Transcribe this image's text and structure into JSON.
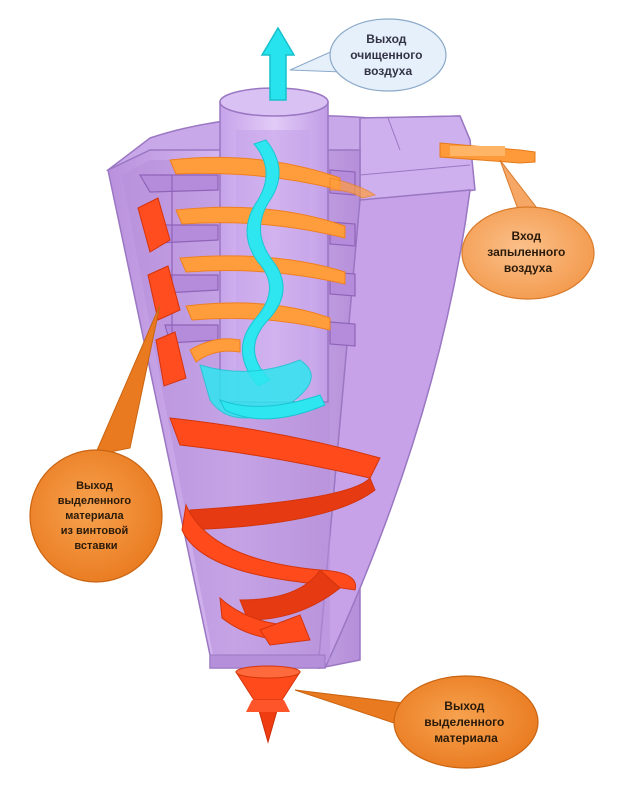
{
  "callouts": {
    "clean_air_outlet": {
      "line1": "Выход",
      "line2": "очищенного",
      "line3": "воздуха"
    },
    "dusty_air_inlet": {
      "line1": "Вход",
      "line2": "запыленного",
      "line3": "воздуха"
    },
    "helical_insert_outlet": {
      "line1": "Выход",
      "line2": "выделенного",
      "line3": "материала",
      "line4": "из винтовой",
      "line5": "вставки"
    },
    "material_outlet": {
      "line1": "Выход",
      "line2": "выделенного",
      "line3": "материала"
    }
  },
  "colors": {
    "body": "#c8a6e6",
    "body_dark": "#a983cf",
    "clean_air": "#27e3ee",
    "dusty_flow": "#ff9f3f",
    "material_spiral": "#ff4a1c",
    "callout_blue": "#e6f0fb",
    "callout_orange": "#f48a2a",
    "callout_orange_light": "#f6a766",
    "callout_orange_dark": "#e0741a"
  }
}
